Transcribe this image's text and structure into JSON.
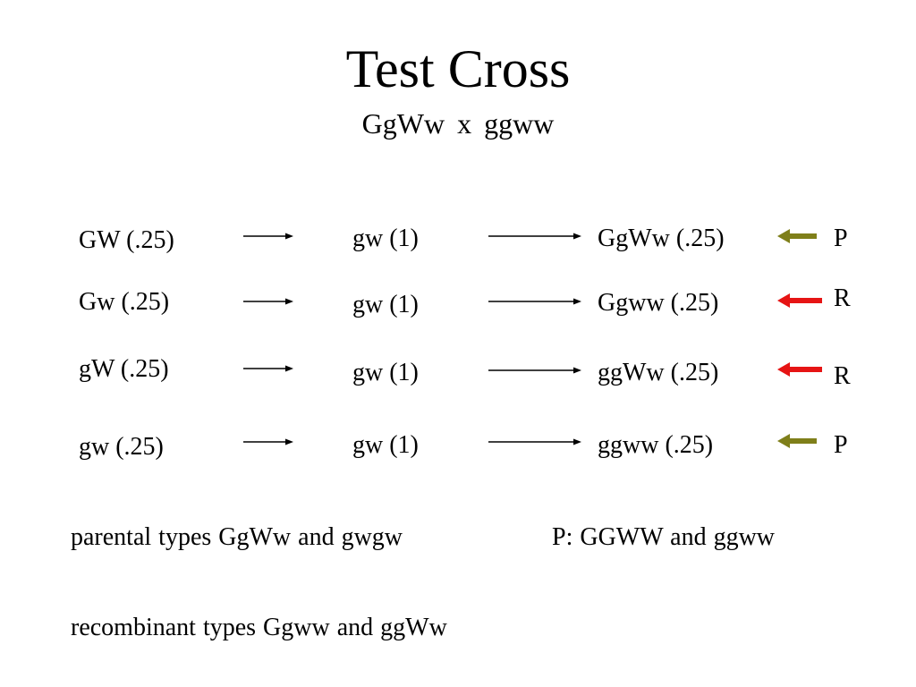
{
  "title": "Test Cross",
  "subtitle": "GgWw  x  ggww",
  "rows": [
    {
      "gamete": "GW (.25)",
      "partner": "gw (1)",
      "offspring": "GgWw (.25)",
      "type": "P"
    },
    {
      "gamete": "Gw (.25)",
      "partner": "gw (1)",
      "offspring": "Ggww (.25)",
      "type": "R"
    },
    {
      "gamete": "gW (.25)",
      "partner": "gw (1)",
      "offspring": "ggWw (.25)",
      "type": "R"
    },
    {
      "gamete": "gw (.25)",
      "partner": "gw (1)",
      "offspring": "ggww (.25)",
      "type": "P"
    }
  ],
  "notes": {
    "parental": "parental types GgWw  and gwgw",
    "p_line": "P: GGWW  and ggww",
    "recombinant": "recombinant types Ggww  and ggWw"
  },
  "colors": {
    "parental_arrow": "#7f7f1a",
    "recombinant_arrow": "#e61414",
    "text": "#000000"
  }
}
